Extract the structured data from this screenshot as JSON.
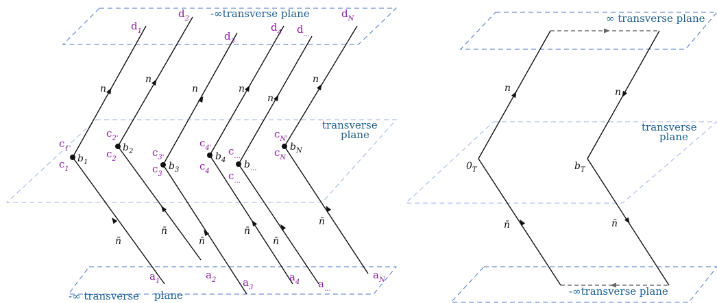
{
  "left_diagram": {
    "top_plane_label": "-∞transverse plane",
    "middle_plane_label_line1": "transverse",
    "middle_plane_label_line2": "plane",
    "bottom_plane_label_a": "-∞ transverse",
    "bottom_plane_label_b": "plane",
    "upper_segment_label": "n",
    "lower_segment_label": "n̄",
    "strands": [
      {
        "a": "a",
        "a_sub": "1",
        "b": "b",
        "b_sub": "1",
        "c": "c",
        "c_sub_top": "1'",
        "c_sub_bot": "1",
        "d": "d",
        "d_sub": "1"
      },
      {
        "a": "a",
        "a_sub": "2",
        "b": "b",
        "b_sub": "2",
        "c": "c",
        "c_sub_top": "2'",
        "c_sub_bot": "2",
        "d": "d",
        "d_sub": "2"
      },
      {
        "a": "a",
        "a_sub": "3",
        "b": "b",
        "b_sub": "3",
        "c": "c",
        "c_sub_top": "3'",
        "c_sub_bot": "3",
        "d": "d",
        "d_sub": "3"
      },
      {
        "a": "a",
        "a_sub": "4",
        "b": "b",
        "b_sub": "4",
        "c": "c",
        "c_sub_top": "4'",
        "c_sub_bot": "4",
        "d": "d",
        "d_sub": "4"
      },
      {
        "a": "a",
        "a_sub": "...",
        "b": "b",
        "b_sub": "...",
        "c": "c",
        "c_sub_top": "...",
        "c_sub_bot": "...",
        "d": "d",
        "d_sub": "..."
      },
      {
        "a": "a",
        "a_sub": "N",
        "b": "b",
        "b_sub": "N",
        "c": "c",
        "c_sub_top": "N'",
        "c_sub_bot": "N",
        "d": "d",
        "d_sub": "N"
      }
    ]
  },
  "right_diagram": {
    "top_plane_label": "∞ transverse plane",
    "middle_plane_label_line1": "transverse",
    "middle_plane_label_line2": "plane",
    "bottom_plane_label": "-∞transverse plane",
    "left_vertex_label": "0",
    "left_vertex_sub": "T",
    "right_vertex_label": "b",
    "right_vertex_sub": "T",
    "upper_segment_label": "n",
    "lower_segment_label": "n̄"
  },
  "colors": {
    "plane_dashes": "#4a72c8",
    "plane_labels": "#1a5f8f",
    "point_labels": "#8a1fa0",
    "lines": "#111111"
  }
}
